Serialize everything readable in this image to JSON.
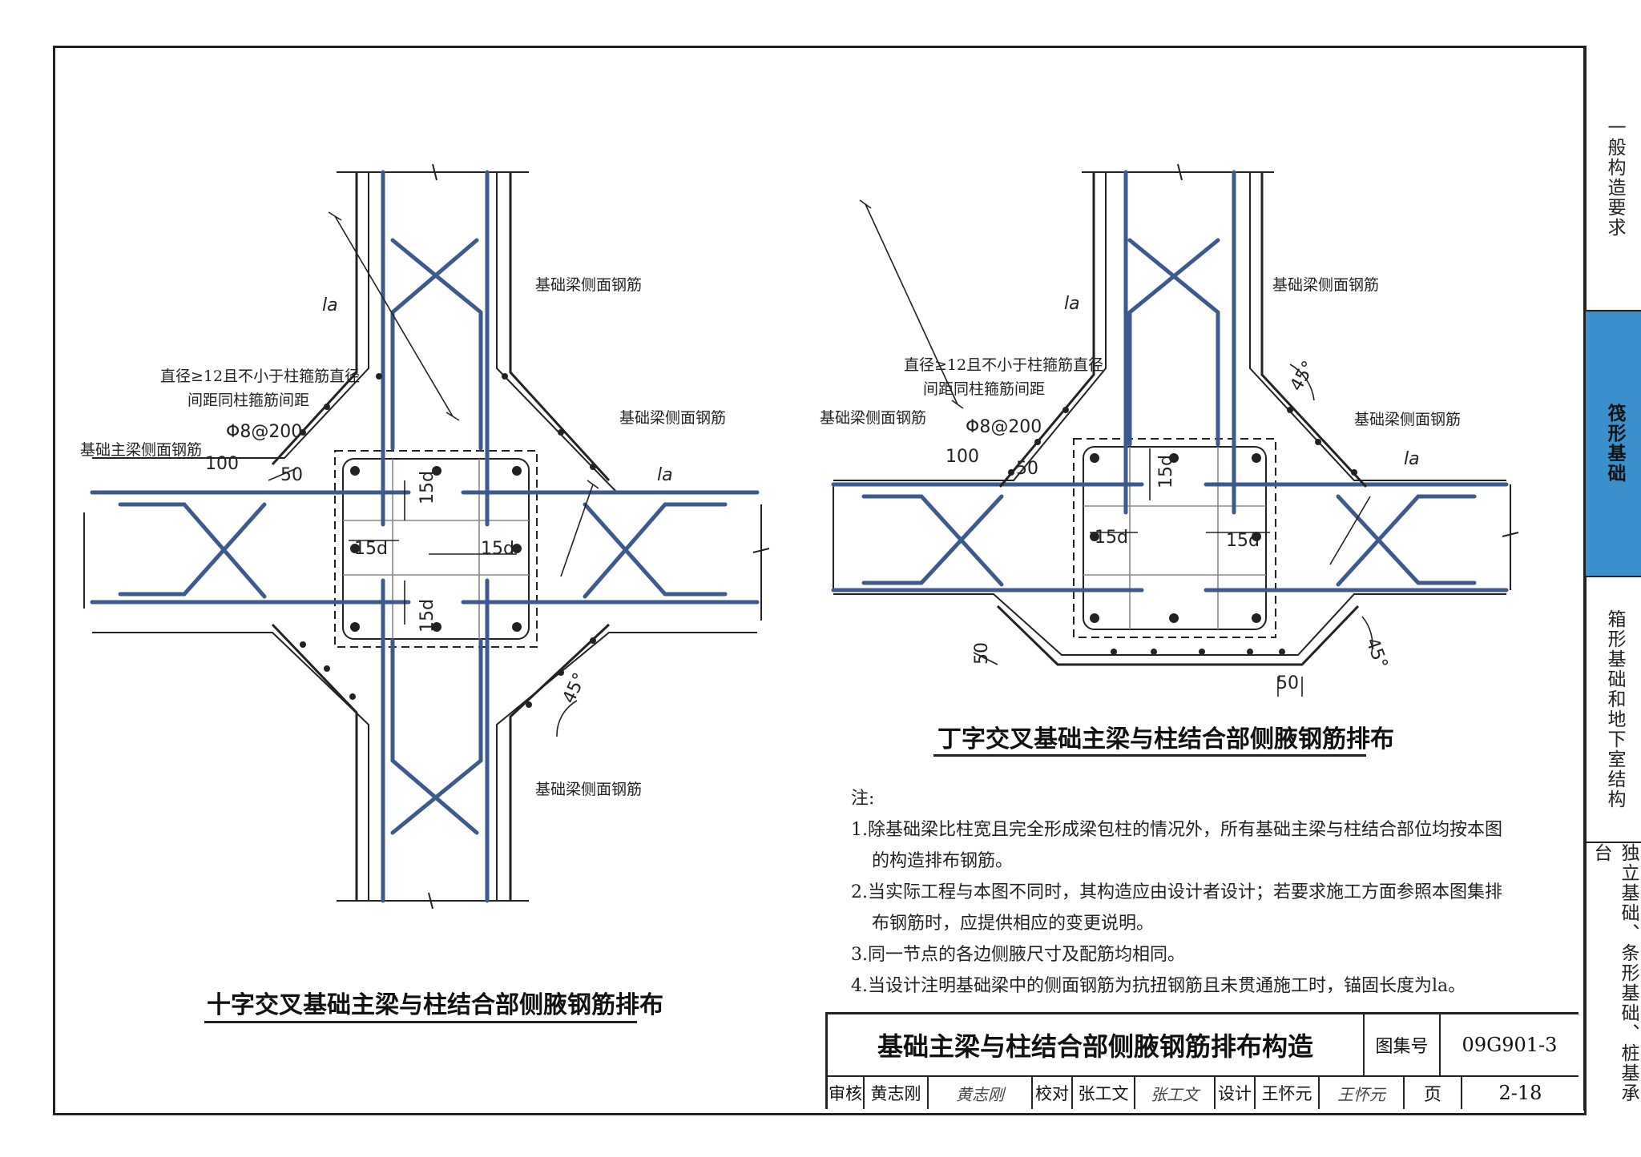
{
  "sidebar": {
    "tabs": [
      {
        "label": "一般构造要求",
        "active": false
      },
      {
        "label": "筏形基础",
        "active": true
      },
      {
        "label": "箱形基础和地下室结构",
        "active": false
      },
      {
        "label": "独立基础、条形基础、桩基承台",
        "active": false
      }
    ]
  },
  "left_figure": {
    "title": "十字交叉基础主梁与柱结合部侧腋钢筋排布",
    "labels": {
      "side_rebar_top": "基础梁侧面钢筋",
      "side_rebar_right": "基础梁侧面钢筋",
      "side_rebar_bottom": "基础梁侧面钢筋",
      "main_side_rebar": "基础主梁侧面钢筋",
      "haunch_note_1": "直径≥12且不小于柱箍筋直径",
      "haunch_note_2": "间距同柱箍筋间距",
      "stirrup": "Φ8@200",
      "hook_len": "100",
      "la_top": "la",
      "la_right": "la",
      "dim_50": "50",
      "dim_15d_a": "15d",
      "dim_15d_b": "15d",
      "dim_15d_c": "15d",
      "dim_15d_d": "15d",
      "angle": "45°"
    }
  },
  "right_figure": {
    "title": "丁字交叉基础主梁与柱结合部侧腋钢筋排布",
    "labels": {
      "side_rebar_top": "基础梁侧面钢筋",
      "side_rebar_left": "基础梁侧面钢筋",
      "side_rebar_right": "基础梁侧面钢筋",
      "haunch_note_1": "直径≥12且不小于柱箍筋直径",
      "haunch_note_2": "间距同柱箍筋间距",
      "stirrup": "Φ8@200",
      "hook_len": "100",
      "la_top": "la",
      "la_right": "la",
      "dim_50_top": "50",
      "dim_50_left": "50",
      "dim_50_bottom": "50",
      "dim_15d_a": "15d",
      "dim_15d_b": "15d",
      "dim_15d_c": "15d",
      "angle_top": "45°",
      "angle_bottom": "45°"
    }
  },
  "notes": {
    "heading": "注:",
    "items": [
      "1.除基础梁比柱宽且完全形成梁包柱的情况外，所有基础主梁与柱结合部位均按本图",
      "的构造排布钢筋。",
      "2.当实际工程与本图不同时，其构造应由设计者设计；若要求施工方面参照本图集排",
      "布钢筋时，应提供相应的变更说明。",
      "3.同一节点的各边侧腋尺寸及配筋均相同。",
      "4.当设计注明基础梁中的侧面钢筋为抗扭钢筋且未贯通施工时，锚固长度为la。"
    ]
  },
  "title_block": {
    "drawing_title": "基础主梁与柱结合部侧腋钢筋排布构造",
    "atlas_label": "图集号",
    "atlas_no": "09G901-3",
    "review_label": "审核",
    "reviewer": "黄志刚",
    "reviewer_sig": "黄志刚",
    "check_label": "校对",
    "checker": "张工文",
    "checker_sig": "张工文",
    "design_label": "设计",
    "designer": "王怀元",
    "designer_sig": "王怀元",
    "page_label": "页",
    "page_no": "2-18"
  },
  "colors": {
    "rebar": "#3d5a8c",
    "line": "#222222",
    "accent_tab": "#3a8fcc"
  }
}
